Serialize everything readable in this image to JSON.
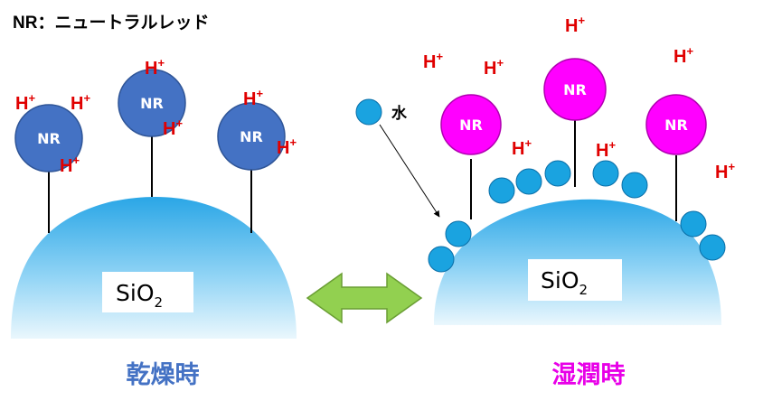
{
  "legend": {
    "text": "NR：ニュートラルレッド"
  },
  "molecule_label": "NR",
  "ion": {
    "symbol": "H",
    "charge": "+"
  },
  "substrate": {
    "formula": "SiO",
    "subscript": "2"
  },
  "water_label": "水",
  "dry": {
    "caption": "乾燥時",
    "caption_color": "#4472c4",
    "molecule_color": "#4472c4"
  },
  "wet": {
    "caption": "湿潤時",
    "caption_color": "#e800e8",
    "molecule_color": "#ff00ff"
  },
  "arrow_color": "#92d050",
  "water_color": "#1aa3e0",
  "ion_color": "#e00000"
}
